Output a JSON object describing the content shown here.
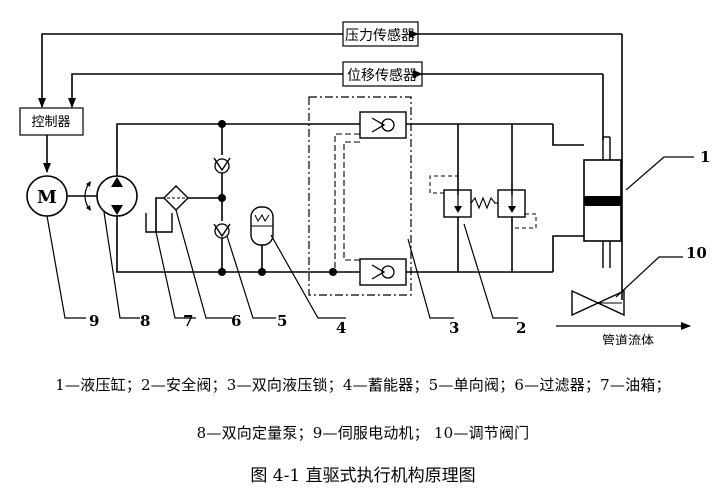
{
  "labels": {
    "pressure_sensor": "压力传感器",
    "displacement_sensor": "位移传感器",
    "controller": "控制器",
    "motor": "M",
    "pipeline_fluid": "管道流体"
  },
  "callouts": {
    "c1": "1",
    "c2": "2",
    "c3": "3",
    "c4": "4",
    "c5": "5",
    "c6": "6",
    "c7": "7",
    "c8": "8",
    "c9": "9",
    "c10": "10"
  },
  "legend": {
    "line1": "1—液压缸；2—安全阀；3—双向液压锁；4—蓄能器；5—单向阀；6—过滤器；7—油箱；",
    "line2": "8—双向定量泵；9—伺服电动机；  10—调节阀门"
  },
  "caption": "图 4-1  直驱式执行机构原理图"
}
